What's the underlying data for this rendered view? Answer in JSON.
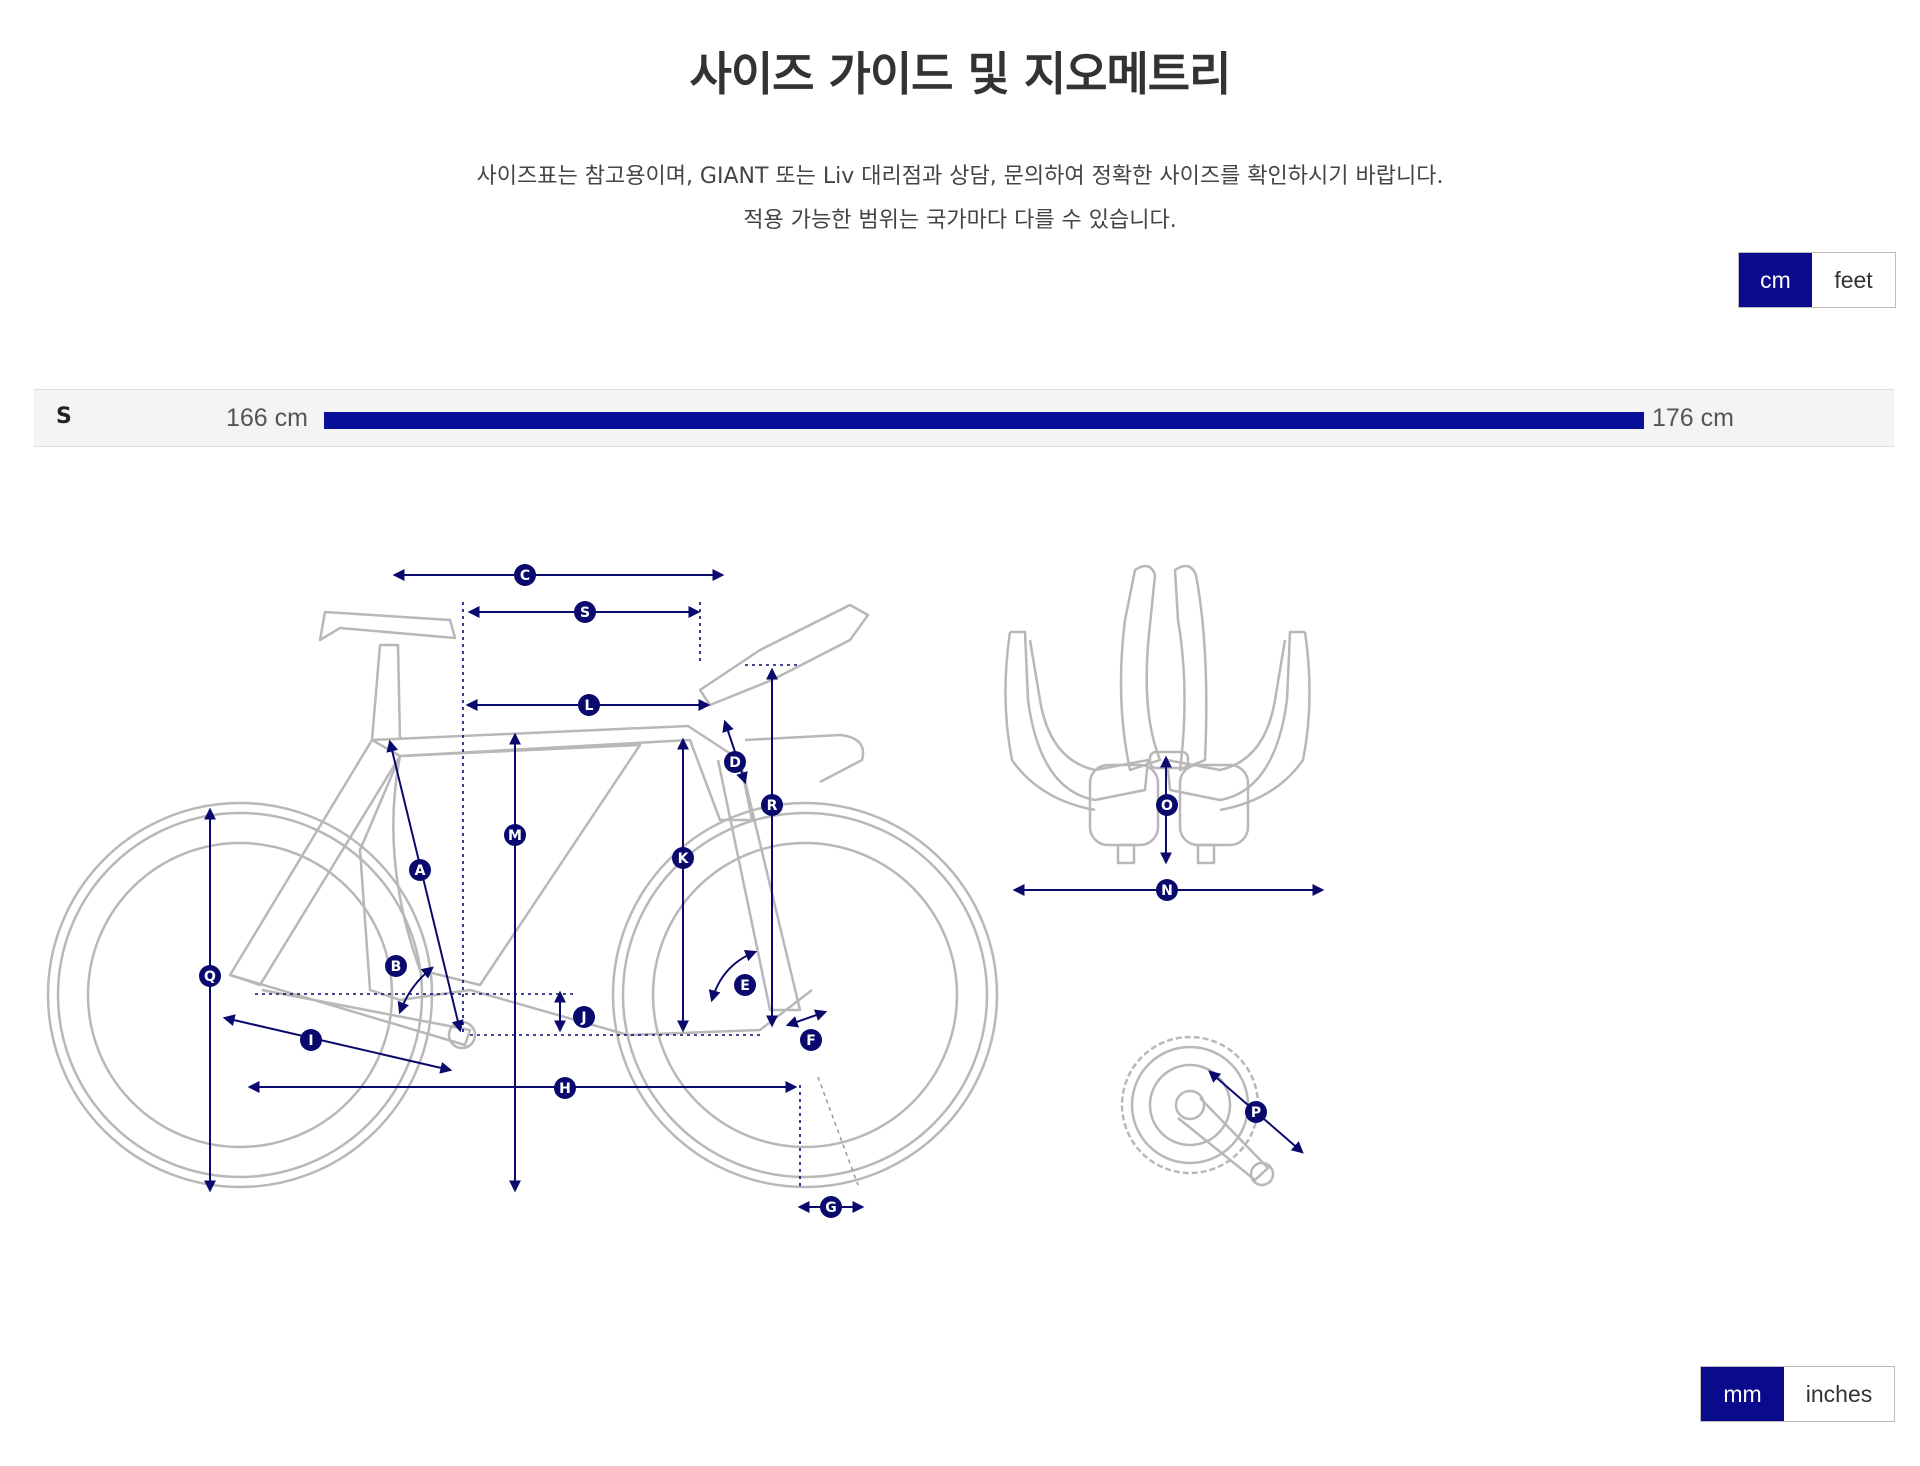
{
  "page": {
    "title": "사이즈 가이드 및 지오메트리",
    "subtitle_line1": "사이즈표는 참고용이며, GIANT 또는 Liv 대리점과 상담, 문의하여 정확한 사이즈를 확인하시기 바랍니다.",
    "subtitle_line2": "적용 가능한 범위는 국가마다 다를 수 있습니다."
  },
  "unit_toggle": {
    "options": [
      "cm",
      "feet"
    ],
    "selected": "cm"
  },
  "size_range": {
    "size": "S",
    "min_label": "166 cm",
    "max_label": "176 cm",
    "min": 166,
    "max": 176
  },
  "geometry_markers": [
    "A",
    "B",
    "C",
    "D",
    "E",
    "F",
    "G",
    "H",
    "I",
    "J",
    "K",
    "L",
    "M",
    "N",
    "O",
    "P",
    "Q",
    "R",
    "S"
  ],
  "length_toggle": {
    "options": [
      "mm",
      "inches"
    ],
    "selected": "mm"
  },
  "colors": {
    "accent": "#0a0a8c",
    "bar": "#0a0f9a",
    "marker": "#0a0a6e",
    "frame": "#b8b8b8"
  }
}
